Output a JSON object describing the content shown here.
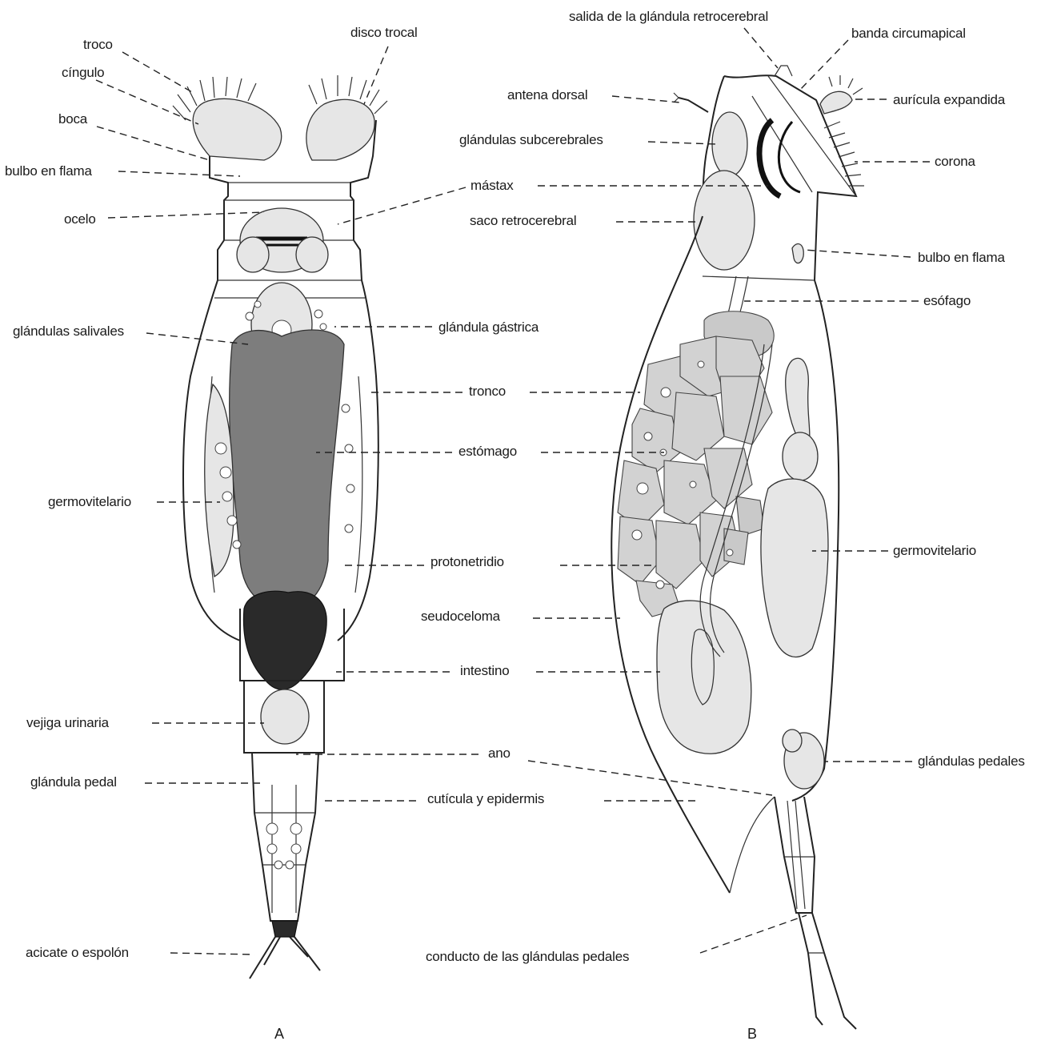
{
  "figure_a": {
    "caption": "A",
    "labels": {
      "troco": "troco",
      "disco_trocal": "disco trocal",
      "cingulo": "cíngulo",
      "boca": "boca",
      "bulbo_en_flama": "bulbo en  flama",
      "ocelo": "ocelo",
      "glandulas_salivales": "glándulas salivales",
      "germovitelario": "germovitelario",
      "vejiga_urinaria": "vejiga urinaria",
      "glandula_pedal": "glándula pedal",
      "acicate": "acicate o espolón"
    }
  },
  "center_labels": {
    "mastax": "mástax",
    "glandula_gastrica": "glándula gástrica",
    "tronco": "tronco",
    "estomago": "estómago",
    "protonefridio": "protonetridio",
    "seudoceloma": "seudoceloma",
    "intestino": "intestino",
    "ano": "ano",
    "cuticula": "cutícula y epidermis",
    "conducto": "conducto  de las glándulas pedales"
  },
  "figure_b": {
    "caption": "B",
    "labels": {
      "salida": "salida de la glándula retrocerebral",
      "banda": "banda circumapical",
      "antena": "antena dorsal",
      "auricula": "aurícula expandida",
      "subcerebrales": "glándulas subcerebrales",
      "corona": "corona",
      "saco": "saco retrocerebral",
      "bulbo_en_flama": "bulbo en flama",
      "esofago": "esófago",
      "germovitelario": "germovitelario",
      "glandulas_pedales": "glándulas pedales"
    }
  }
}
